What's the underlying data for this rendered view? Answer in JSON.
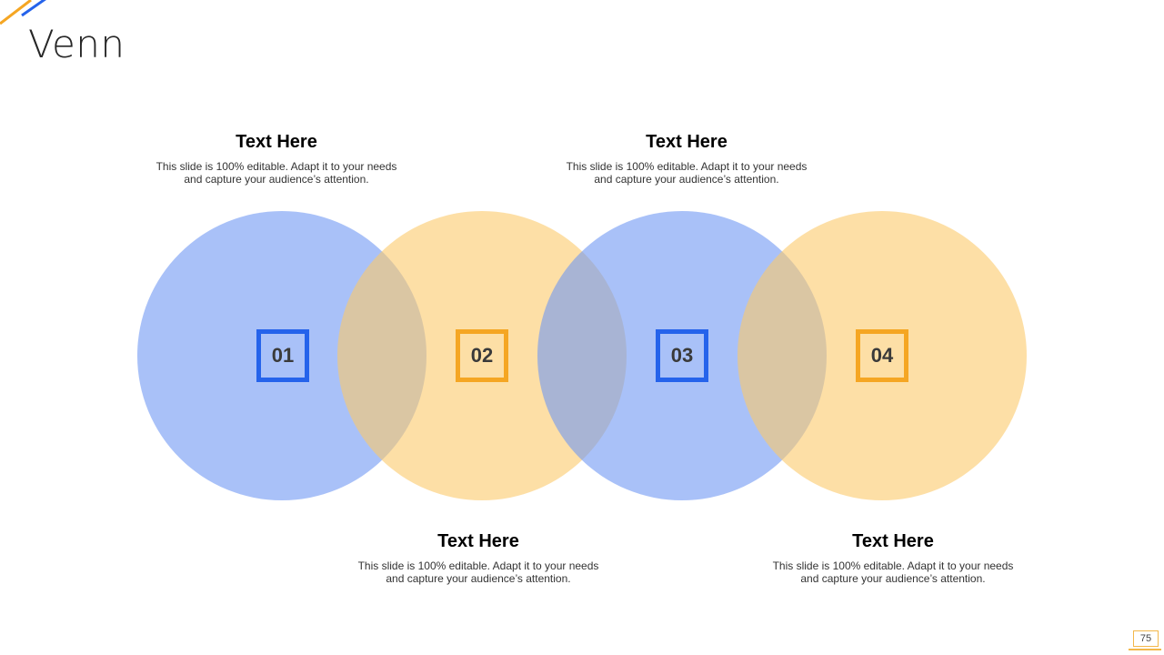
{
  "slide": {
    "title": "Venn",
    "page_number": "75"
  },
  "colors": {
    "blue_circle": "#6f98f4",
    "orange_circle": "#fbc96b",
    "blue_accent": "#2563eb",
    "orange_accent": "#f5a623"
  },
  "circles": [
    {
      "number": "01",
      "color": "blue"
    },
    {
      "number": "02",
      "color": "orange"
    },
    {
      "number": "03",
      "color": "blue"
    },
    {
      "number": "04",
      "color": "orange"
    }
  ],
  "text_blocks": [
    {
      "heading": "Text Here",
      "body": "This slide is 100% editable. Adapt it to your needs and capture your audience’s attention."
    },
    {
      "heading": "Text Here",
      "body": "This slide is 100% editable. Adapt it to your needs and capture your audience’s attention."
    },
    {
      "heading": "Text Here",
      "body": "This slide is 100% editable. Adapt it to your needs and capture your audience’s attention."
    },
    {
      "heading": "Text Here",
      "body": "This slide is 100% editable. Adapt it to your needs and capture your audience’s attention."
    }
  ]
}
